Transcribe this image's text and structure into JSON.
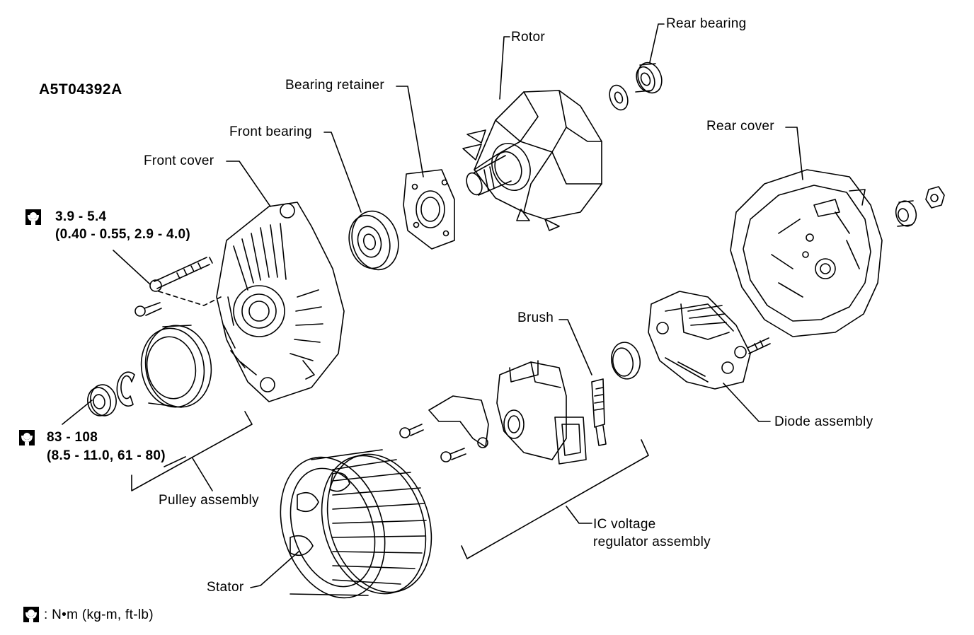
{
  "diagram": {
    "code": "A5T04392A",
    "parts": {
      "rotor": "Rotor",
      "rear_bearing": "Rear bearing",
      "bearing_retainer": "Bearing retainer",
      "front_bearing": "Front bearing",
      "front_cover": "Front cover",
      "rear_cover": "Rear cover",
      "brush": "Brush",
      "diode_assembly": "Diode assembly",
      "pulley_assembly": "Pulley assembly",
      "ic_regulator_line1": "IC voltage",
      "ic_regulator_line2": "regulator assembly",
      "stator": "Stator"
    },
    "torque_specs": [
      {
        "value": "3.9 - 5.4",
        "alt": "(0.40 - 0.55, 2.9 - 4.0)"
      },
      {
        "value": "83 - 108",
        "alt": "(8.5 - 11.0, 61 - 80)"
      }
    ],
    "legend": {
      "icon": "torque-wrench-icon",
      "text": ": N•m (kg-m, ft-lb)"
    }
  }
}
